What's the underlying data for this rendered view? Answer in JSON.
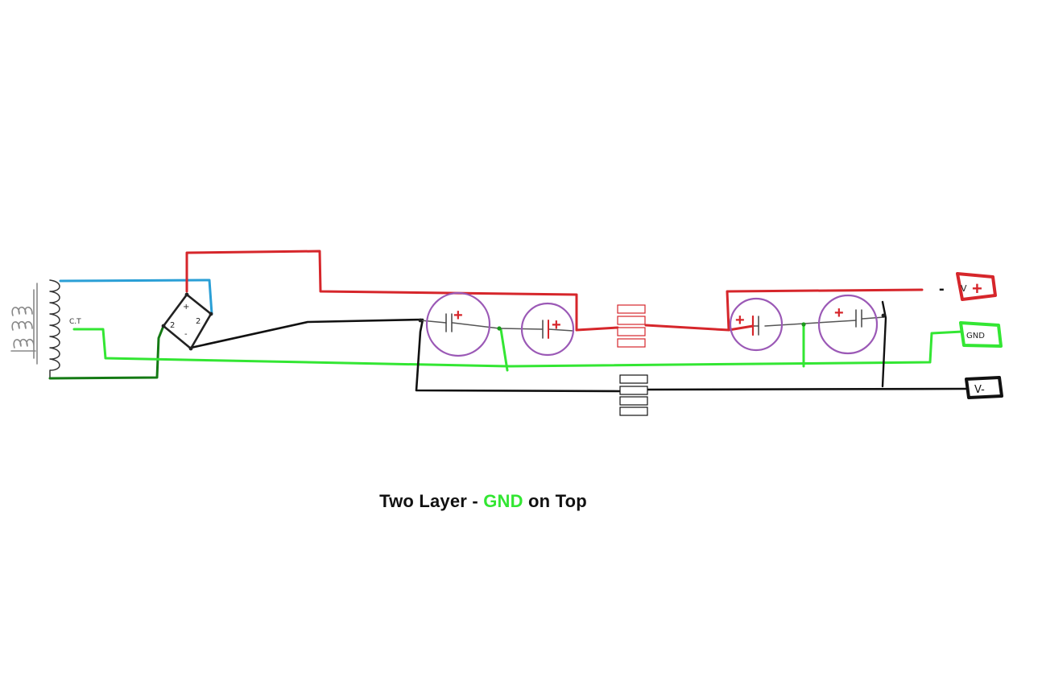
{
  "caption": {
    "prefix": "Two Layer - ",
    "highlight": "GND",
    "suffix": " on Top"
  },
  "labels": {
    "center_tap": "C.T",
    "bridge_plus": "+",
    "bridge_minus": "-",
    "bridge_ac1": "2",
    "bridge_ac2": "2",
    "cap_plus": "+",
    "out_vplus": "V",
    "out_vplus_sign": "+",
    "out_gnd": "GND",
    "out_vminus": "V-",
    "dash_mark": "-"
  },
  "colors": {
    "positive_rail": "#d6262b",
    "ground": "#33e633",
    "ground_dark": "#147a14",
    "negative_rail": "#111111",
    "ac_feed": "#2a9fd6",
    "capacitor": "#9b59b6",
    "resistor_top": "#d6262b",
    "resistor_bottom": "#111111"
  },
  "icons": {
    "transformer": "transformer-coil-icon",
    "bridge": "bridge-rectifier-icon",
    "capacitor": "electrolytic-capacitor-icon",
    "resistor": "resistor-icon"
  }
}
